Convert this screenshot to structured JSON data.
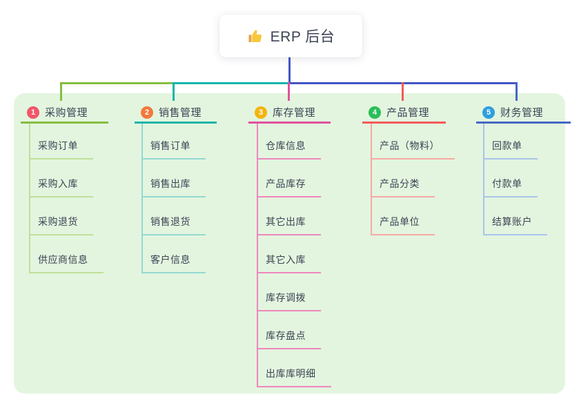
{
  "root": {
    "title": "ERP 后台",
    "icon": "thumbs-up"
  },
  "theme": {
    "canvas_bg": "#e3f5df",
    "page_bg": "#ffffff",
    "text_color": "#3c4354",
    "stem_color": "#4254c5"
  },
  "connector_segments": [
    {
      "name": "left-green",
      "color": "#84be3f"
    },
    {
      "name": "mid-teal",
      "color": "#0fb5ab"
    },
    {
      "name": "right-blue",
      "color": "#4254c5"
    }
  ],
  "branches": [
    {
      "number": "1",
      "label": "采购管理",
      "badge_color": "#f2566a",
      "line_color": "#84be3f",
      "subline_color": "#bfe098",
      "items": [
        "采购订单",
        "采购入库",
        "采购退货",
        "供应商信息"
      ]
    },
    {
      "number": "2",
      "label": "销售管理",
      "badge_color": "#f2793b",
      "line_color": "#0fb5ab",
      "subline_color": "#93d9d2",
      "items": [
        "销售订单",
        "销售出库",
        "销售退货",
        "客户信息"
      ]
    },
    {
      "number": "3",
      "label": "库存管理",
      "badge_color": "#f2b50f",
      "line_color": "#e0519e",
      "subline_color": "#ee86be",
      "items": [
        "仓库信息",
        "产品库存",
        "其它出库",
        "其它入库",
        "库存调拨",
        "库存盘点",
        "出库库明细"
      ]
    },
    {
      "number": "4",
      "label": "产品管理",
      "badge_color": "#2abe58",
      "line_color": "#f25a5a",
      "subline_color": "#f7a8a5",
      "items": [
        "产品（物料）",
        "产品分类",
        "产品单位"
      ]
    },
    {
      "number": "5",
      "label": "财务管理",
      "badge_color": "#2c9fe0",
      "line_color": "#4467c4",
      "subline_color": "#a9c3ea",
      "items": [
        "回款单",
        "付款单",
        "结算账户"
      ]
    }
  ]
}
